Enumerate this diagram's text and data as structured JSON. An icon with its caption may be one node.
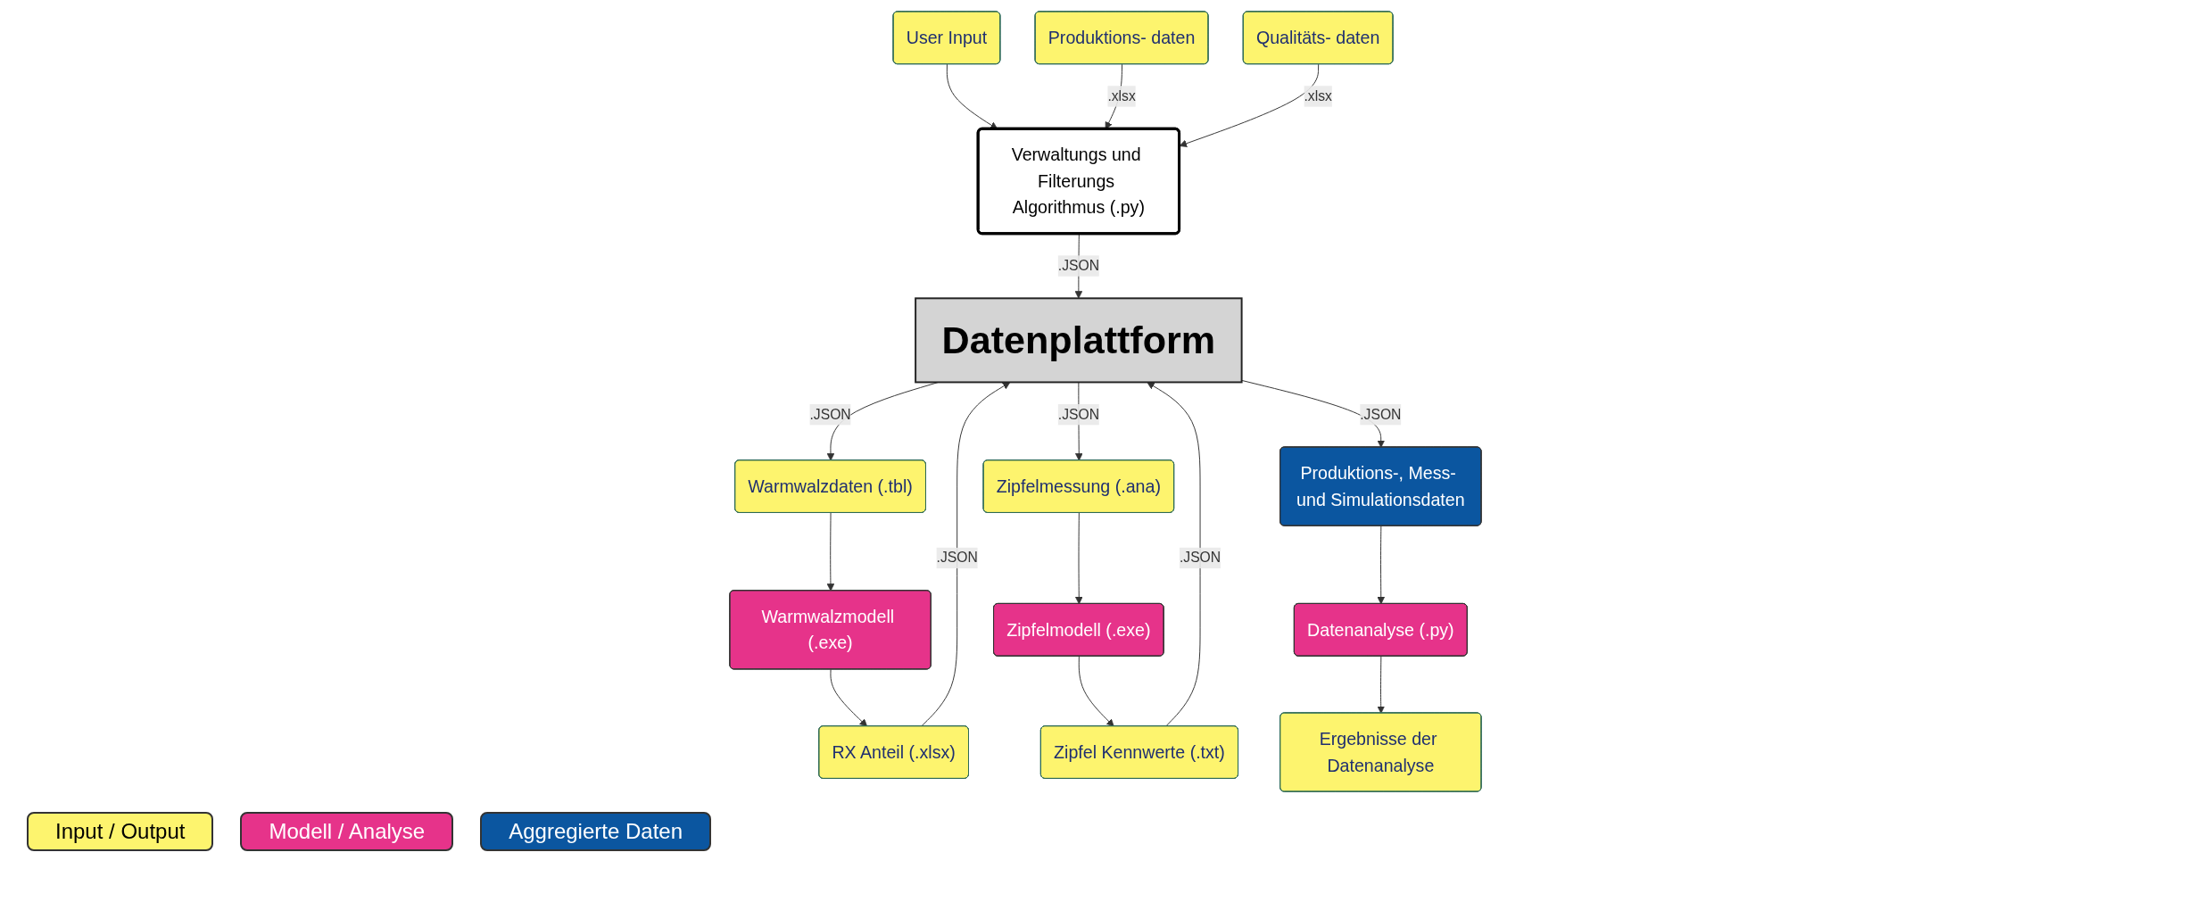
{
  "diagram": {
    "nodes": [
      {
        "text": [
          "Datenplattform"
        ]
      },
      {
        "text": [
          "User Input"
        ]
      },
      {
        "text": [
          "Produktions- daten"
        ]
      },
      {
        "text": [
          "Qualitäts- daten"
        ]
      },
      {
        "text": [
          "Verwaltungs und Filterungs Algorithmus (.py)"
        ]
      },
      {
        "text": [
          "Warmwalzdaten (.tbl)"
        ]
      },
      {
        "text": [
          "Warmwalzmodell (.exe)"
        ]
      },
      {
        "text": [
          "RX Anteil (.xlsx)"
        ]
      },
      {
        "text": [
          "Zipfelmessung (.ana)"
        ]
      },
      {
        "text": [
          "Zipfelmodell (.exe)"
        ]
      },
      {
        "text": [
          "Zipfel Kennwerte (.txt)"
        ]
      },
      {
        "text": [
          "Produktions-, Mess- und Simulationsdaten"
        ]
      },
      {
        "text": [
          "Datenanalyse (.py)"
        ]
      },
      {
        "text": [
          "Ergebnisse der Datenanalyse"
        ]
      }
    ],
    "edges": [
      {
        "from": 1,
        "to": 4,
        "arrow": "to"
      },
      {
        "from": 2,
        "to": 4,
        "arrow": "to",
        "label": ".xlsx"
      },
      {
        "from": 3,
        "to": 4,
        "arrow": "to",
        "label": ".xlsx"
      },
      {
        "from": 4,
        "to": 0,
        "arrow": "to",
        "label": ".JSON"
      },
      {
        "from": 0,
        "to": 5,
        "arrow": "to",
        "label": ".JSON"
      },
      {
        "from": 5,
        "to": 6,
        "arrow": "to"
      },
      {
        "from": 6,
        "to": 7,
        "arrow": "to"
      },
      {
        "from": 7,
        "to": 0,
        "arrow": "to",
        "label": ".JSON"
      },
      {
        "from": 0,
        "to": 8,
        "arrow": "to",
        "label": ".JSON"
      },
      {
        "from": 8,
        "to": 9,
        "arrow": "to"
      },
      {
        "from": 9,
        "to": 10,
        "arrow": "to"
      },
      {
        "from": 10,
        "to": 0,
        "arrow": "to",
        "label": ".JSON"
      },
      {
        "from": 0,
        "to": 11,
        "arrow": "to",
        "label": ".JSON"
      },
      {
        "from": 11,
        "to": 12,
        "arrow": "to"
      },
      {
        "from": 12,
        "to": 13,
        "arrow": "to"
      }
    ],
    "legend": [
      {
        "text": "Input / Output",
        "color": "#fdf46e"
      },
      {
        "text": "Modell / Analyse",
        "color": "#e6338a"
      },
      {
        "text": "Aggregierte Daten",
        "color": "#0b56a0"
      }
    ]
  }
}
